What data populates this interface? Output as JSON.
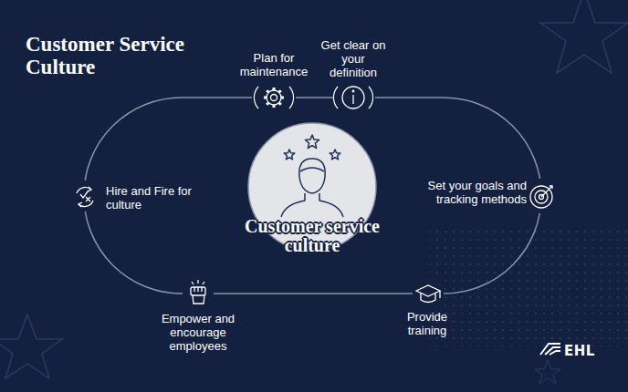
{
  "diagram": {
    "title": "Customer Service Culture",
    "nodes": [
      {
        "text": [
          "Customer service culture"
        ]
      }
    ],
    "labels": [
      "Plan for maintenance",
      "Get clear on your definition",
      "Hire and Fire for culture",
      "Set your goals and tracking methods",
      "Empower and encourage employees",
      "Provide training",
      "EHL"
    ]
  }
}
